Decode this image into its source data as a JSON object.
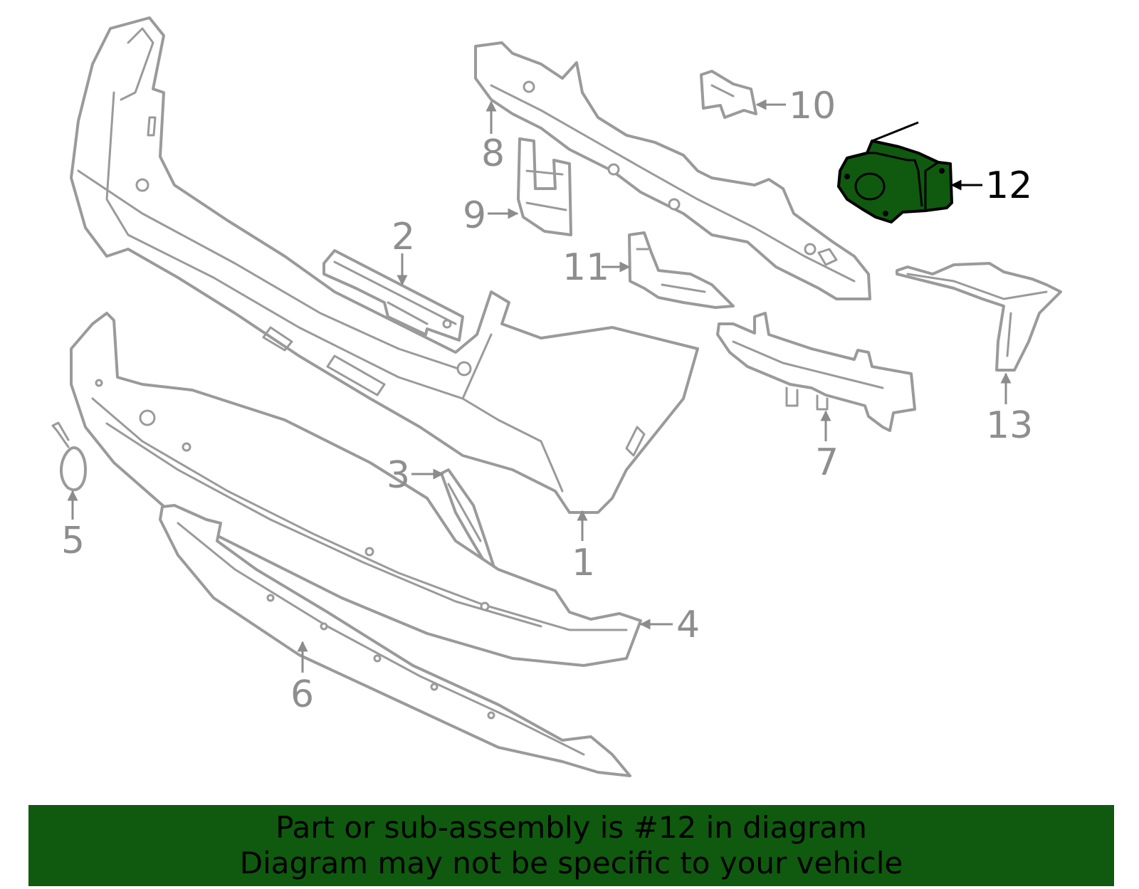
{
  "callouts": {
    "c1": "1",
    "c2": "2",
    "c3": "3",
    "c4": "4",
    "c5": "5",
    "c6": "6",
    "c7": "7",
    "c8": "8",
    "c9": "9",
    "c10": "10",
    "c11": "11",
    "c12": "12",
    "c13": "13"
  },
  "highlighted_part": "12",
  "colors": {
    "highlight": "#0f5a0f",
    "line_art": "#9a9a9a",
    "background": "#ffffff"
  },
  "banner": {
    "line1": "Part or sub-assembly is #12 in diagram",
    "line2": "Diagram may not be specific to your vehicle"
  }
}
